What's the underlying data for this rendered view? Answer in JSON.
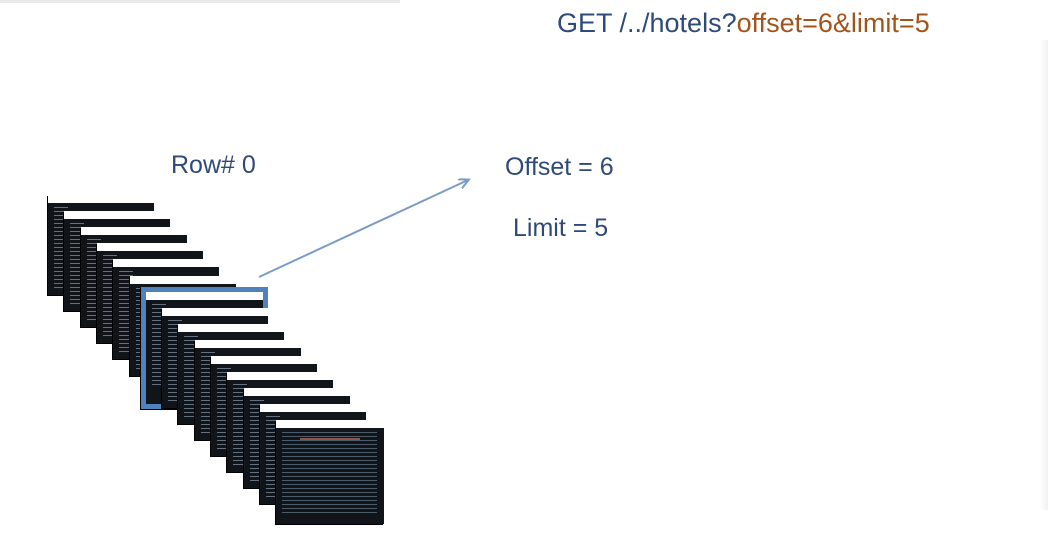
{
  "request": {
    "prefix": "GET /../hotels?",
    "query": "offset=6&limit=5"
  },
  "labels": {
    "row_start": "Row# 0",
    "offset": "Offset = 6",
    "limit": "Limit = 5"
  },
  "rows": {
    "count": 15,
    "highlighted_index": 6
  },
  "colors": {
    "text_primary": "#2e4a78",
    "text_query": "#a3541b",
    "highlight": "#4f81bd",
    "arrow": "#7a9cc6",
    "card": "#111418"
  }
}
